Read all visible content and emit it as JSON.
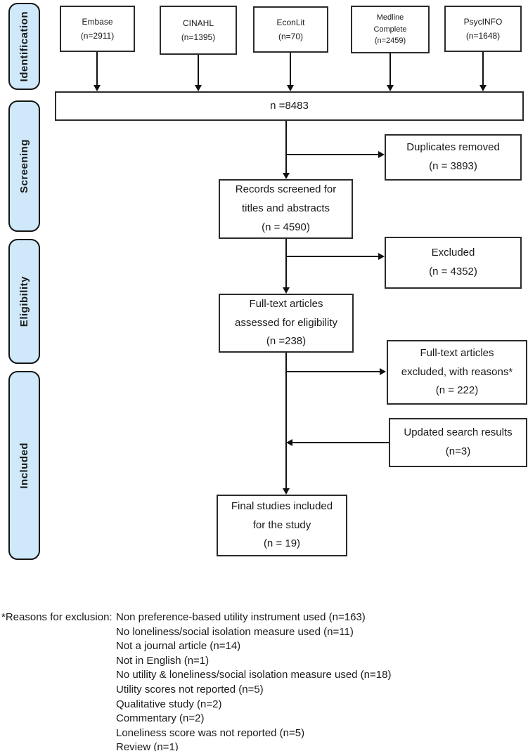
{
  "colors": {
    "stage_fill": "#cfe9fa",
    "box_border": "#2b2b2b",
    "line": "#111111",
    "background": "#ffffff",
    "text": "#1a1a1a"
  },
  "stages": [
    {
      "label": "Identification"
    },
    {
      "label": "Screening"
    },
    {
      "label": "Eligibility"
    },
    {
      "label": "Included"
    }
  ],
  "sources": [
    {
      "lines": [
        "Embase",
        "(n=2911)"
      ]
    },
    {
      "lines": [
        "CINAHL",
        "(n=1395)"
      ]
    },
    {
      "lines": [
        "EconLit",
        "(n=70)"
      ]
    },
    {
      "lines": [
        "Medline",
        "Complete",
        "(n=2459)"
      ]
    },
    {
      "lines": [
        "PsycINFO",
        "(n=1648)"
      ]
    }
  ],
  "pooled": {
    "label": "n =8483"
  },
  "boxes": {
    "duplicates_removed": {
      "lines": [
        "Duplicates removed",
        "(n = 3893)"
      ]
    },
    "records_screened": {
      "lines": [
        "Records screened for",
        "titles and abstracts",
        "(n = 4590)"
      ]
    },
    "excluded": {
      "lines": [
        "Excluded",
        "(n = 4352)"
      ]
    },
    "fulltext_assessed": {
      "lines": [
        "Full-text articles",
        "assessed for eligibility",
        "(n =238)"
      ]
    },
    "fulltext_excluded": {
      "lines": [
        "Full-text articles",
        "excluded, with reasons*",
        "(n = 222)"
      ]
    },
    "updated_search": {
      "lines": [
        "Updated search results",
        "(n=3)"
      ]
    },
    "final_included": {
      "lines": [
        "Final studies included",
        "for the study",
        "(n = 19)"
      ]
    }
  },
  "footnote": {
    "label": "*Reasons for exclusion:",
    "reasons": [
      "Non preference-based utility instrument used (n=163)",
      "No loneliness/social isolation measure used (n=11)",
      "Not a journal article (n=14)",
      "Not in English (n=1)",
      "No utility & loneliness/social isolation measure used (n=18)",
      "Utility scores not reported (n=5)",
      "Qualitative study (n=2)",
      "Commentary (n=2)",
      "Loneliness score was not reported (n=5)",
      "Review (n=1)"
    ]
  }
}
